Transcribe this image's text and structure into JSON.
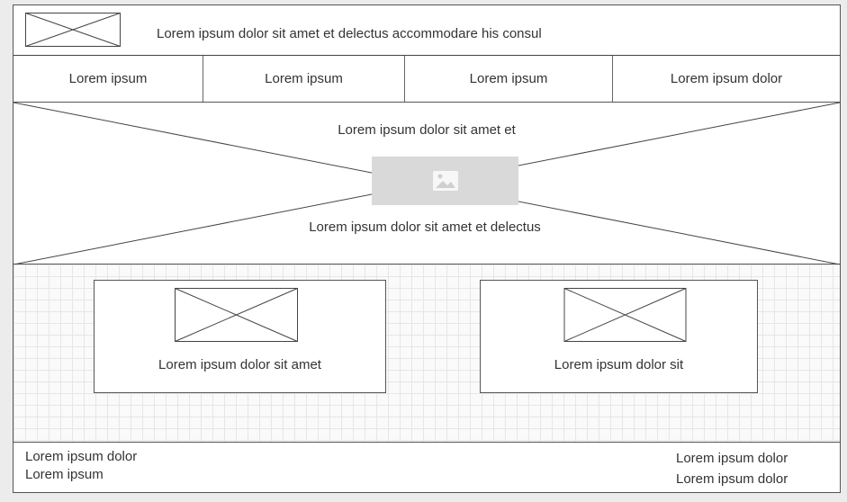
{
  "header": {
    "logo_icon": "image-placeholder-icon",
    "title": "Lorem ipsum dolor sit amet et delectus accommodare his consul"
  },
  "nav": {
    "items": [
      {
        "label": "Lorem ipsum"
      },
      {
        "label": "Lorem ipsum"
      },
      {
        "label": "Lorem ipsum"
      },
      {
        "label": "Lorem ipsum dolor"
      }
    ]
  },
  "hero": {
    "top_text": "Lorem ipsum dolor sit amet et",
    "bottom_text": "Lorem ipsum dolor sit amet et delectus",
    "image_icon": "image-icon"
  },
  "cards": [
    {
      "label": "Lorem ipsum dolor sit amet",
      "image_icon": "image-placeholder-icon"
    },
    {
      "label": "Lorem ipsum dolor sit",
      "image_icon": "image-placeholder-icon"
    }
  ],
  "footer": {
    "left_links": [
      "Lorem ipsum dolor",
      "Lorem ipsum"
    ],
    "right_links": [
      "Lorem ipsum dolor",
      "Lorem ipsum dolor"
    ]
  },
  "colors": {
    "background": "#ececec",
    "frame": "#ffffff",
    "stroke": "#555555",
    "image_fill": "#d9d9d9",
    "text": "#333333"
  }
}
